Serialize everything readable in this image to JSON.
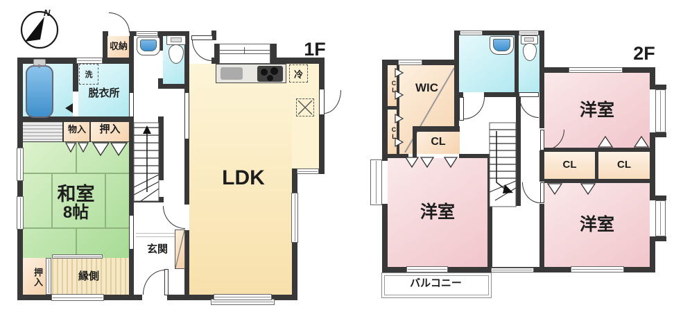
{
  "compass": {
    "north_label": "N"
  },
  "colors": {
    "wall": "#383838",
    "water_rooms": "#bfe9f1",
    "tatami_room": "#b9e3a4",
    "western_room": "#f3cdd2",
    "closet": "#f8dcba",
    "ldk": "#fae4b4",
    "engawa": "#eedbb0",
    "tub_blue": "#4f9fd8"
  },
  "floor1": {
    "floor_label": "1F",
    "labels": {
      "shuunou": "収納",
      "sentaku": "洗",
      "datsuijo": "脱衣所",
      "monoire": "物入",
      "oshiire_upper": "押入",
      "washitsu_name": "和室",
      "washitsu_size": "8帖",
      "oshiire_lower": "押入",
      "engawa": "縁側",
      "genkan": "玄関",
      "ldk": "LDK",
      "reizouko": "冷"
    }
  },
  "floor2": {
    "floor_label": "2F",
    "labels": {
      "wic": "WIC",
      "cl_upper_left": "CL",
      "cl_lower_left": "CL",
      "cl_wic": "CL",
      "cl_mid_west": "CL",
      "cl_mid_east": "CL",
      "yoshitsu_ne": "洋室",
      "yoshitsu_sw": "洋室",
      "yoshitsu_se": "洋室",
      "balcony": "バルコニー"
    }
  }
}
